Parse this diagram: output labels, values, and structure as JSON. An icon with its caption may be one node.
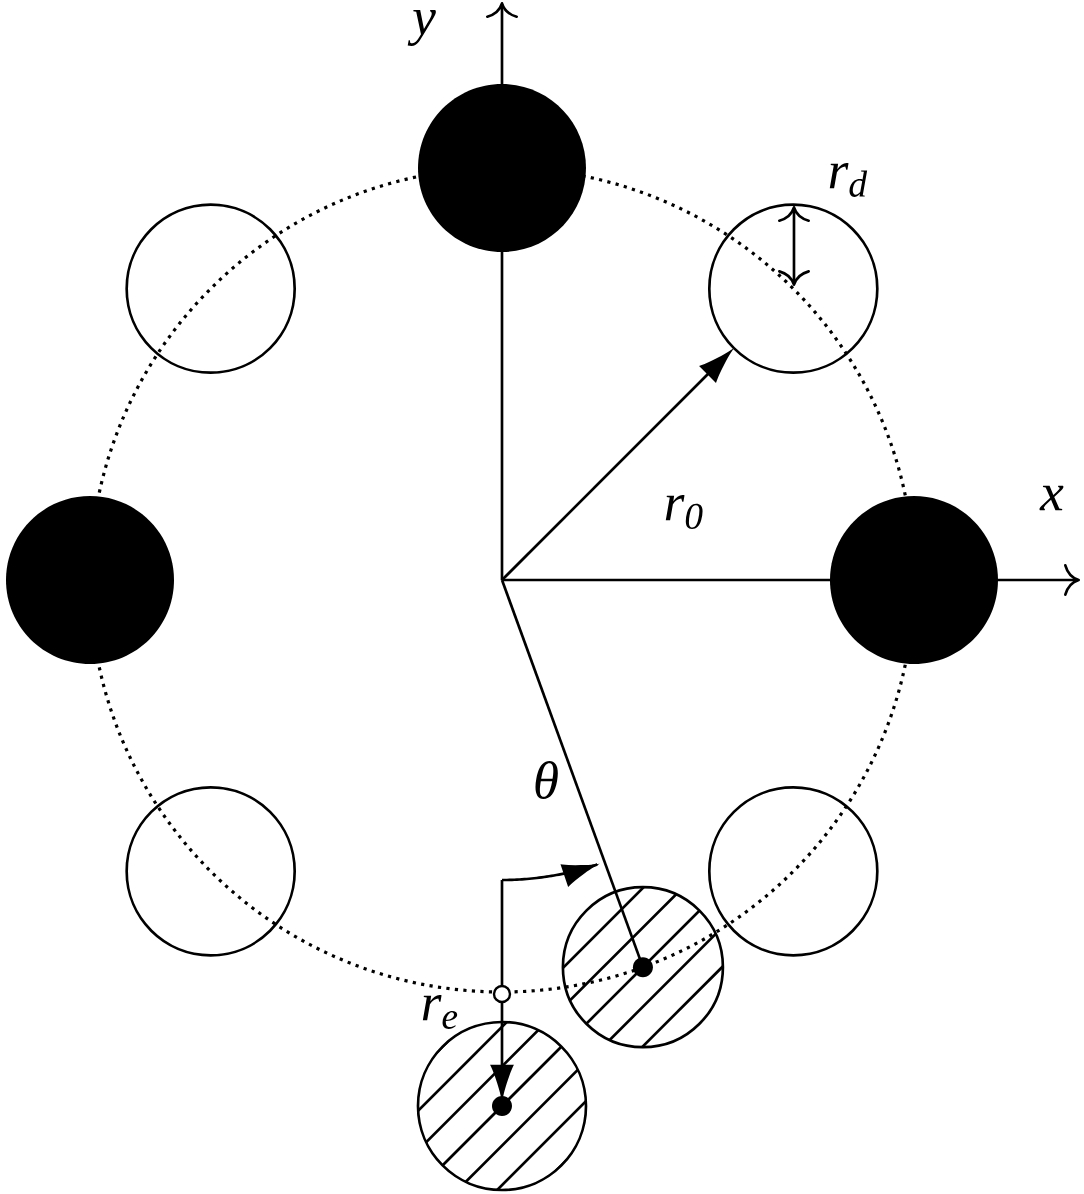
{
  "diagram": {
    "labels": [
      "y",
      "r$_{d}$",
      "x",
      "r$_{0}$",
      "θ",
      "r$_{e}$"
    ]
  }
}
